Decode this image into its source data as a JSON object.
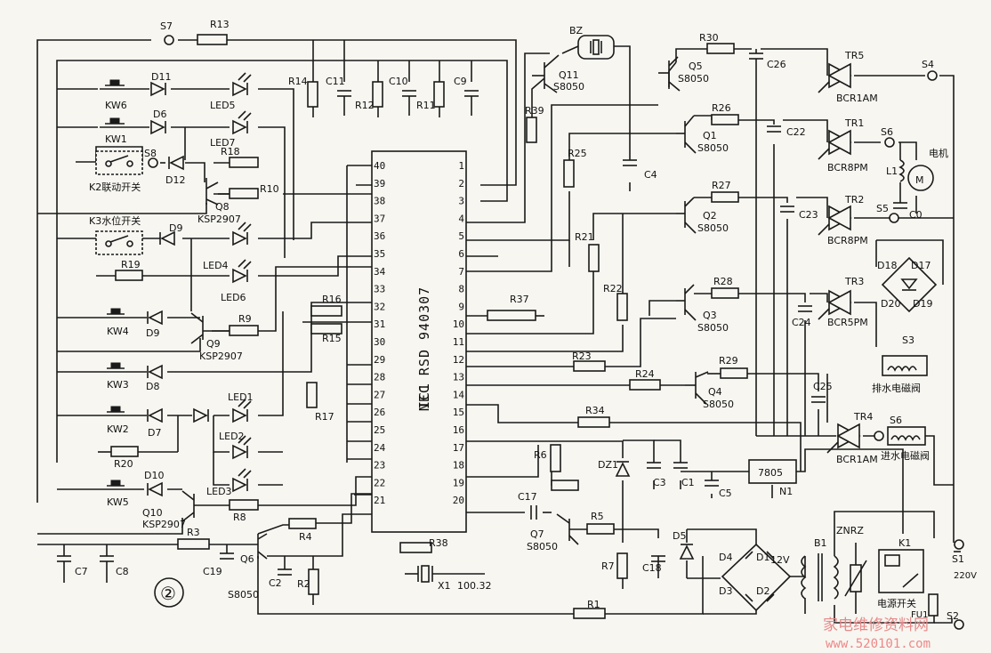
{
  "diagram_number": "②",
  "ic": {
    "name": "IC1",
    "part": "NEC RSD 940307",
    "pins_left": [
      "40",
      "39",
      "38",
      "37",
      "36",
      "35",
      "34",
      "33",
      "32",
      "31",
      "30",
      "29",
      "28",
      "27",
      "26",
      "25",
      "24",
      "23",
      "22",
      "21"
    ],
    "pins_right": [
      "1",
      "2",
      "3",
      "4",
      "5",
      "6",
      "7",
      "8",
      "9",
      "10",
      "11",
      "12",
      "13",
      "14",
      "15",
      "16",
      "17",
      "18",
      "19",
      "20"
    ]
  },
  "resistors": {
    "R1": "R1",
    "R2": "R2",
    "R3": "R3",
    "R4": "R4",
    "R5": "R5",
    "R6": "R6",
    "R7": "R7",
    "R8": "R8",
    "R9": "R9",
    "R10": "R10",
    "R11": "R11",
    "R12": "R12",
    "R13": "R13",
    "R14": "R14",
    "R15": "R15",
    "R16": "R16",
    "R17": "R17",
    "R18": "R18",
    "R19": "R19",
    "R20": "R20",
    "R21": "R21",
    "R22": "R22",
    "R23": "R23",
    "R24": "R24",
    "R25": "R25",
    "R26": "R26",
    "R27": "R27",
    "R28": "R28",
    "R29": "R29",
    "R30": "R30",
    "R34": "R34",
    "R37": "R37",
    "R38": "R38",
    "R39": "R39"
  },
  "capacitors": {
    "C0": "C0",
    "C1": "C1",
    "C2": "C2",
    "C3": "C3",
    "C4": "C4",
    "C5": "C5",
    "C7": "C7",
    "C8": "C8",
    "C9": "C9",
    "C10": "C10",
    "C11": "C11",
    "C17": "C17",
    "C18": "C18",
    "C19": "C19",
    "C22": "C22",
    "C23": "C23",
    "C24": "C24",
    "C25": "C25",
    "C26": "C26"
  },
  "transistors": {
    "Q1": "Q1",
    "Q1t": "S8050",
    "Q2": "Q2",
    "Q2t": "S8050",
    "Q3": "Q3",
    "Q3t": "S8050",
    "Q4": "Q4",
    "Q4t": "S8050",
    "Q5": "Q5",
    "Q5t": "S8050",
    "Q6": "Q6",
    "Q6t": "S8050",
    "Q7": "Q7",
    "Q7t": "S8050",
    "Q8": "Q8",
    "Q8t": "KSP2907",
    "Q9": "Q9",
    "Q9t": "KSP2907",
    "Q10": "Q10",
    "Q10t": "KSP2907",
    "Q11": "Q11",
    "Q11t": "S8050"
  },
  "triacs": {
    "TR1": "TR1",
    "TR1t": "BCR8PM",
    "TR2": "TR2",
    "TR2t": "BCR8PM",
    "TR3": "TR3",
    "TR3t": "BCR5PM",
    "TR4": "TR4",
    "TR4t": "BCR1AM",
    "TR5": "TR5",
    "TR5t": "BCR1AM"
  },
  "diodes": {
    "D1": "D1",
    "D2": "D2",
    "D3": "D3",
    "D4": "D4",
    "D5": "D5",
    "D6": "D6",
    "D7": "D7",
    "D8": "D8",
    "D9a": "D9",
    "D9b": "D9",
    "D10": "D10",
    "D11": "D11",
    "D12": "D12",
    "D17": "D17",
    "D18": "D18",
    "D19": "D19",
    "D20": "D20",
    "DZ1": "DZ1"
  },
  "leds": {
    "LED1": "LED1",
    "LED2": "LED2",
    "LED3": "LED3",
    "LED4": "LED4",
    "LED5": "LED5",
    "LED6": "LED6",
    "LED7": "LED7"
  },
  "keys": {
    "KW1": "KW1",
    "KW2": "KW2",
    "KW3": "KW3",
    "KW4": "KW4",
    "KW5": "KW5",
    "KW6": "KW6"
  },
  "switches": {
    "K2": "K2联动开关",
    "K3": "K3水位开关",
    "K1": "K1",
    "power": "电源开关",
    "S1": "S1",
    "S2": "S2",
    "S3": "S3",
    "S4": "S4",
    "S5": "S5",
    "S6a": "S6",
    "S6b": "S6",
    "S7": "S7",
    "S8": "S8"
  },
  "misc": {
    "BZ": "BZ",
    "X1": "X1",
    "X1v": "100.32",
    "L1": "L1",
    "motor": "电机",
    "motor_symbol": "M",
    "reg": "7805",
    "N1": "N1",
    "B1": "B1",
    "ZNRZ": "ZNRZ",
    "FU1": "FU1",
    "v12": "12V",
    "v220": "220V",
    "drain_valve": "排水电磁阀",
    "inlet_valve": "进水电磁阀"
  },
  "watermark": {
    "text1": "家电维修资料网",
    "text2": "www.520101.com"
  },
  "colors": {
    "line": "#1a1a1a",
    "paper": "#f7f6f1",
    "watermark": "#e68a8a"
  }
}
